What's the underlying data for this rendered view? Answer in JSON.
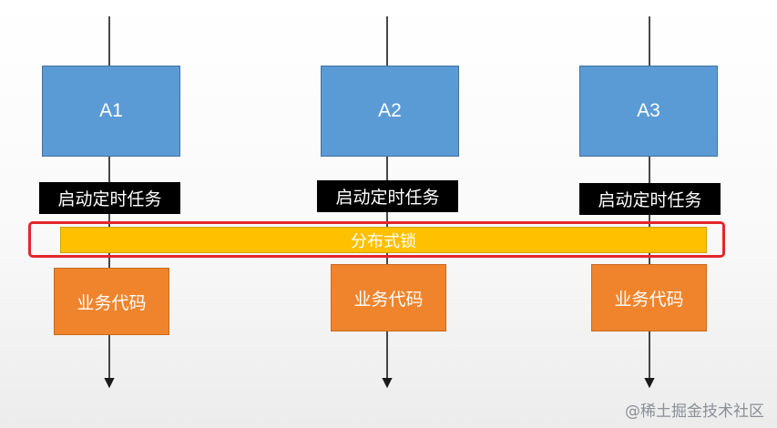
{
  "nodes": [
    {
      "name": "A1",
      "task": "启动定时任务",
      "business": "业务代码"
    },
    {
      "name": "A2",
      "task": "启动定时任务",
      "business": "业务代码"
    },
    {
      "name": "A3",
      "task": "启动定时任务",
      "business": "业务代码"
    }
  ],
  "lock": {
    "label": "分布式锁"
  },
  "watermark": "@稀土掘金技术社区",
  "colors": {
    "node_fill": "#5b9bd5",
    "task_fill": "#000000",
    "lock_fill": "#ffc000",
    "lock_border": "#e3262b",
    "business_fill": "#f0842c"
  }
}
